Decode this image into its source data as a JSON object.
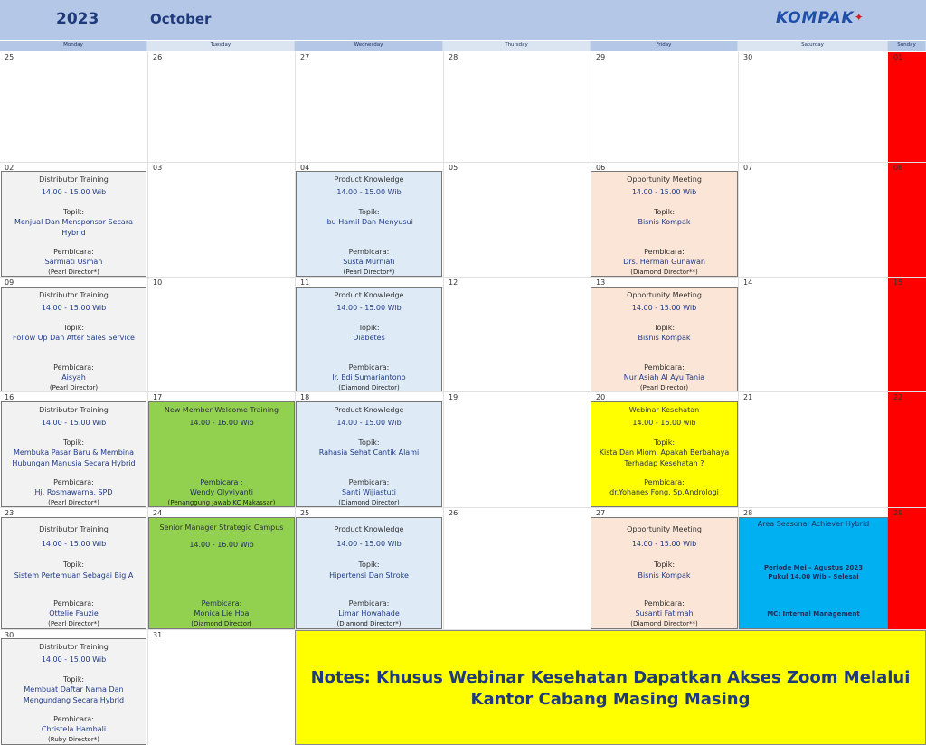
{
  "header": {
    "year": "2023",
    "month": "October",
    "logo_text": "KOMPAK",
    "logo_star": "✦"
  },
  "weekdays": [
    "Monday",
    "Tuesday",
    "Wednesday",
    "Thursday",
    "Friday",
    "Saturday",
    "Sunday"
  ],
  "days": {
    "w1": [
      "25",
      "26",
      "27",
      "28",
      "29",
      "30",
      "01"
    ],
    "w2": [
      "02",
      "03",
      "04",
      "05",
      "06",
      "07",
      "08"
    ],
    "w3": [
      "09",
      "10",
      "11",
      "12",
      "13",
      "14",
      "15"
    ],
    "w4": [
      "16",
      "17",
      "18",
      "19",
      "20",
      "21",
      "22"
    ],
    "w5": [
      "23",
      "24",
      "25",
      "26",
      "27",
      "28",
      "29"
    ],
    "w6": [
      "30",
      "31"
    ]
  },
  "events": {
    "e02": {
      "title": "Distributor Training",
      "time": "14.00 - 15.00 Wib",
      "topic_label": "Topik:",
      "topic": "Menjual Dan Mensponsor Secara Hybrid",
      "speaker_label": "Pembicara:",
      "speaker": "Sarmiati Usman",
      "rank": "(Pearl Director*)"
    },
    "e04": {
      "title": "Product Knowledge",
      "time": "14.00 - 15.00 Wib",
      "topic_label": "Topik:",
      "topic": "Ibu Hamil Dan Menyusui",
      "speaker_label": "Pembicara:",
      "speaker": "Susta Murniati",
      "rank": "(Pearl Director*)"
    },
    "e06": {
      "title": "Opportunity Meeting",
      "time": "14.00 - 15.00 Wib",
      "topic_label": "Topik:",
      "topic": "Bisnis Kompak",
      "speaker_label": "Pembicara:",
      "speaker": "Drs. Herman Gunawan",
      "rank": "(Diamond Director**)"
    },
    "e09": {
      "title": "Distributor Training",
      "time": "14.00 - 15.00 Wib",
      "topic_label": "Topik:",
      "topic": "Follow Up Dan After Sales Service",
      "speaker_label": "Pembicara:",
      "speaker": "Aisyah",
      "rank": "(Pearl Director)"
    },
    "e11": {
      "title": "Product Knowledge",
      "time": "14.00 - 15.00 Wib",
      "topic_label": "Topik:",
      "topic": "Diabetes",
      "speaker_label": "Pembicara:",
      "speaker": "Ir. Edi Sumariantono",
      "rank": "(Diamond Director)"
    },
    "e13": {
      "title": "Opportunity Meeting",
      "time": "14.00 - 15.00 Wib",
      "topic_label": "Topik:",
      "topic": "Bisnis Kompak",
      "speaker_label": "Pembicara:",
      "speaker": "Nur Asiah Al Ayu Tania",
      "rank": "(Pearl Director)"
    },
    "e16": {
      "title": "Distributor Training",
      "time": "14.00 - 15.00 Wib",
      "topic_label": "Topik:",
      "topic": "Membuka Pasar Baru & Membina Hubungan Manusia Secara Hybrid",
      "speaker_label": "Pembicara:",
      "speaker": "Hj. Rosmawarna, SPD",
      "rank": "(Pearl Director*)"
    },
    "e17": {
      "title": "New Member Welcome Training",
      "time": "14.00 - 16.00 Wib",
      "speaker_label": "Pembicara :",
      "speaker": "Wendy Olyviyanti",
      "rank": "(Penanggung Jawab KC Makassar)"
    },
    "e18": {
      "title": "Product Knowledge",
      "time": "14.00 - 15.00 Wib",
      "topic_label": "Topik:",
      "topic": "Rahasia Sehat Cantik Alami",
      "speaker_label": "Pembicara:",
      "speaker": "Santi Wijiastuti",
      "rank": "(Diamond Director)"
    },
    "e20": {
      "title": "Webinar Kesehatan",
      "time": "14.00 - 16.00 wib",
      "topic_label": "Topik:",
      "topic": "Kista Dan Miom, Apakah Berbahaya Terhadap Kesehatan ?",
      "speaker_label": "Pembicara:",
      "speaker": "dr.Yohanes Fong, Sp.Andrologi"
    },
    "e23": {
      "title": "Distributor Training",
      "time": "14.00 - 15.00 Wib",
      "topic_label": "Topik:",
      "topic": "Sistem Pertemuan Sebagai Big A",
      "speaker_label": "Pembicara:",
      "speaker": "Ottelie Fauzie",
      "rank": "(Pearl  Director*)"
    },
    "e24": {
      "title": "Senior Manager Strategic Campus",
      "time": "14.00 - 16.00 Wib",
      "speaker_label": "Pembicara:",
      "speaker": "Monica Lie Hoa",
      "rank": "(Diamond Director)"
    },
    "e25": {
      "title": "Product Knowledge",
      "time": "14.00 - 15.00 Wib",
      "topic_label": "Topik:",
      "topic": "Hipertensi Dan Stroke",
      "speaker_label": "Pembicara:",
      "speaker": "Limar Howahade",
      "rank": "(Diamond Director*)"
    },
    "e27": {
      "title": "Opportunity Meeting",
      "time": "14.00 - 15.00 Wib",
      "topic_label": "Topik:",
      "topic": "Bisnis Kompak",
      "speaker_label": "Pembicara:",
      "speaker": "Susanti Fatimah",
      "rank": "(Diamond Director**)"
    },
    "e28": {
      "title": "Area Seasonal Achiever Hybrid",
      "line1": "Periode Mei – Agustus 2023",
      "line2": "Pukul 14.00 Wib - Selesai",
      "mc": "MC: Internal Management"
    },
    "e30": {
      "title": "Distributor Training",
      "time": "14.00 - 15.00 Wib",
      "topic_label": "Topik:",
      "topic": "Membuat Daftar Nama Dan Mengundang Secara Hybrid",
      "speaker_label": "Pembicara:",
      "speaker": "Christela Hambali",
      "rank": "(Ruby Director*)"
    }
  },
  "notes": "Notes: Khusus Webinar Kesehatan Dapatkan Akses Zoom Melalui Kantor Cabang Masing Masing",
  "colors": {
    "header_bg": "#b4c7e7",
    "sunday": "#ff0000",
    "notes_bg": "#ffff00",
    "green": "#92d050",
    "cyan": "#00b0f0"
  }
}
